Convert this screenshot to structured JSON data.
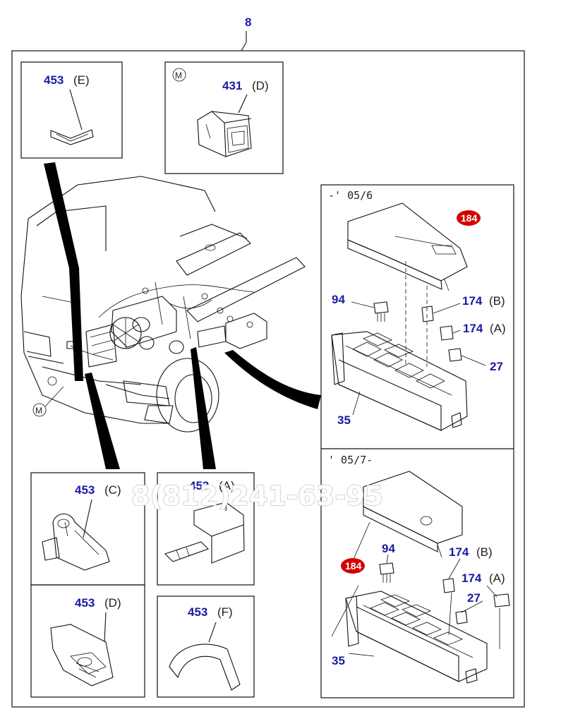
{
  "top_label": "8",
  "callouts": {
    "e": {
      "num": "453",
      "letter": "(E)"
    },
    "d431": {
      "num": "431",
      "letter": "(D)"
    },
    "m_box": "M",
    "m_main": "M",
    "c": {
      "num": "453",
      "letter": "(C)"
    },
    "a": {
      "num": "453",
      "letter": "(A)"
    },
    "d": {
      "num": "453",
      "letter": "(D)"
    },
    "f": {
      "num": "453",
      "letter": "(F)"
    }
  },
  "upper_box": {
    "period": "-' 05/6",
    "p184": "184",
    "p94": "94",
    "p174b": {
      "num": "174",
      "letter": "(B)"
    },
    "p174a": {
      "num": "174",
      "letter": "(A)"
    },
    "p27": "27",
    "p35": "35"
  },
  "lower_box": {
    "period": "' 05/7-",
    "p184": "184",
    "p94": "94",
    "p174b": {
      "num": "174",
      "letter": "(B)"
    },
    "p174a": {
      "num": "174",
      "letter": "(A)"
    },
    "p27": "27",
    "p35": "35"
  },
  "watermark": "8(812)241-63-95",
  "colors": {
    "part_number": "#1a1aa6",
    "highlight": "#d40000"
  }
}
